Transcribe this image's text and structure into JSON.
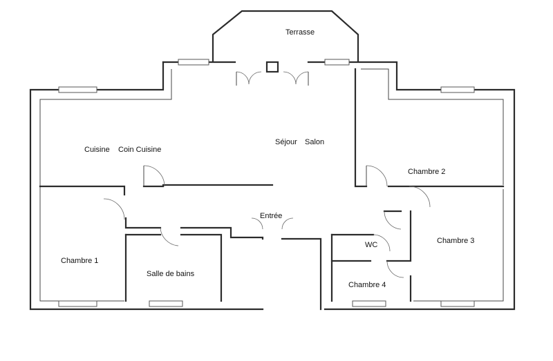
{
  "plan": {
    "rooms": {
      "terrasse": "Terrasse",
      "cuisine": "Cuisine",
      "coin_cuisine": "Coin Cuisine",
      "sejour": "Séjour",
      "salon": "Salon",
      "chambre_2": "Chambre 2",
      "entree": "Entrée",
      "wc": "WC",
      "chambre_3": "Chambre 3",
      "chambre_1": "Chambre 1",
      "salle_de_bains": "Salle de bains",
      "chambre_4": "Chambre 4"
    }
  }
}
